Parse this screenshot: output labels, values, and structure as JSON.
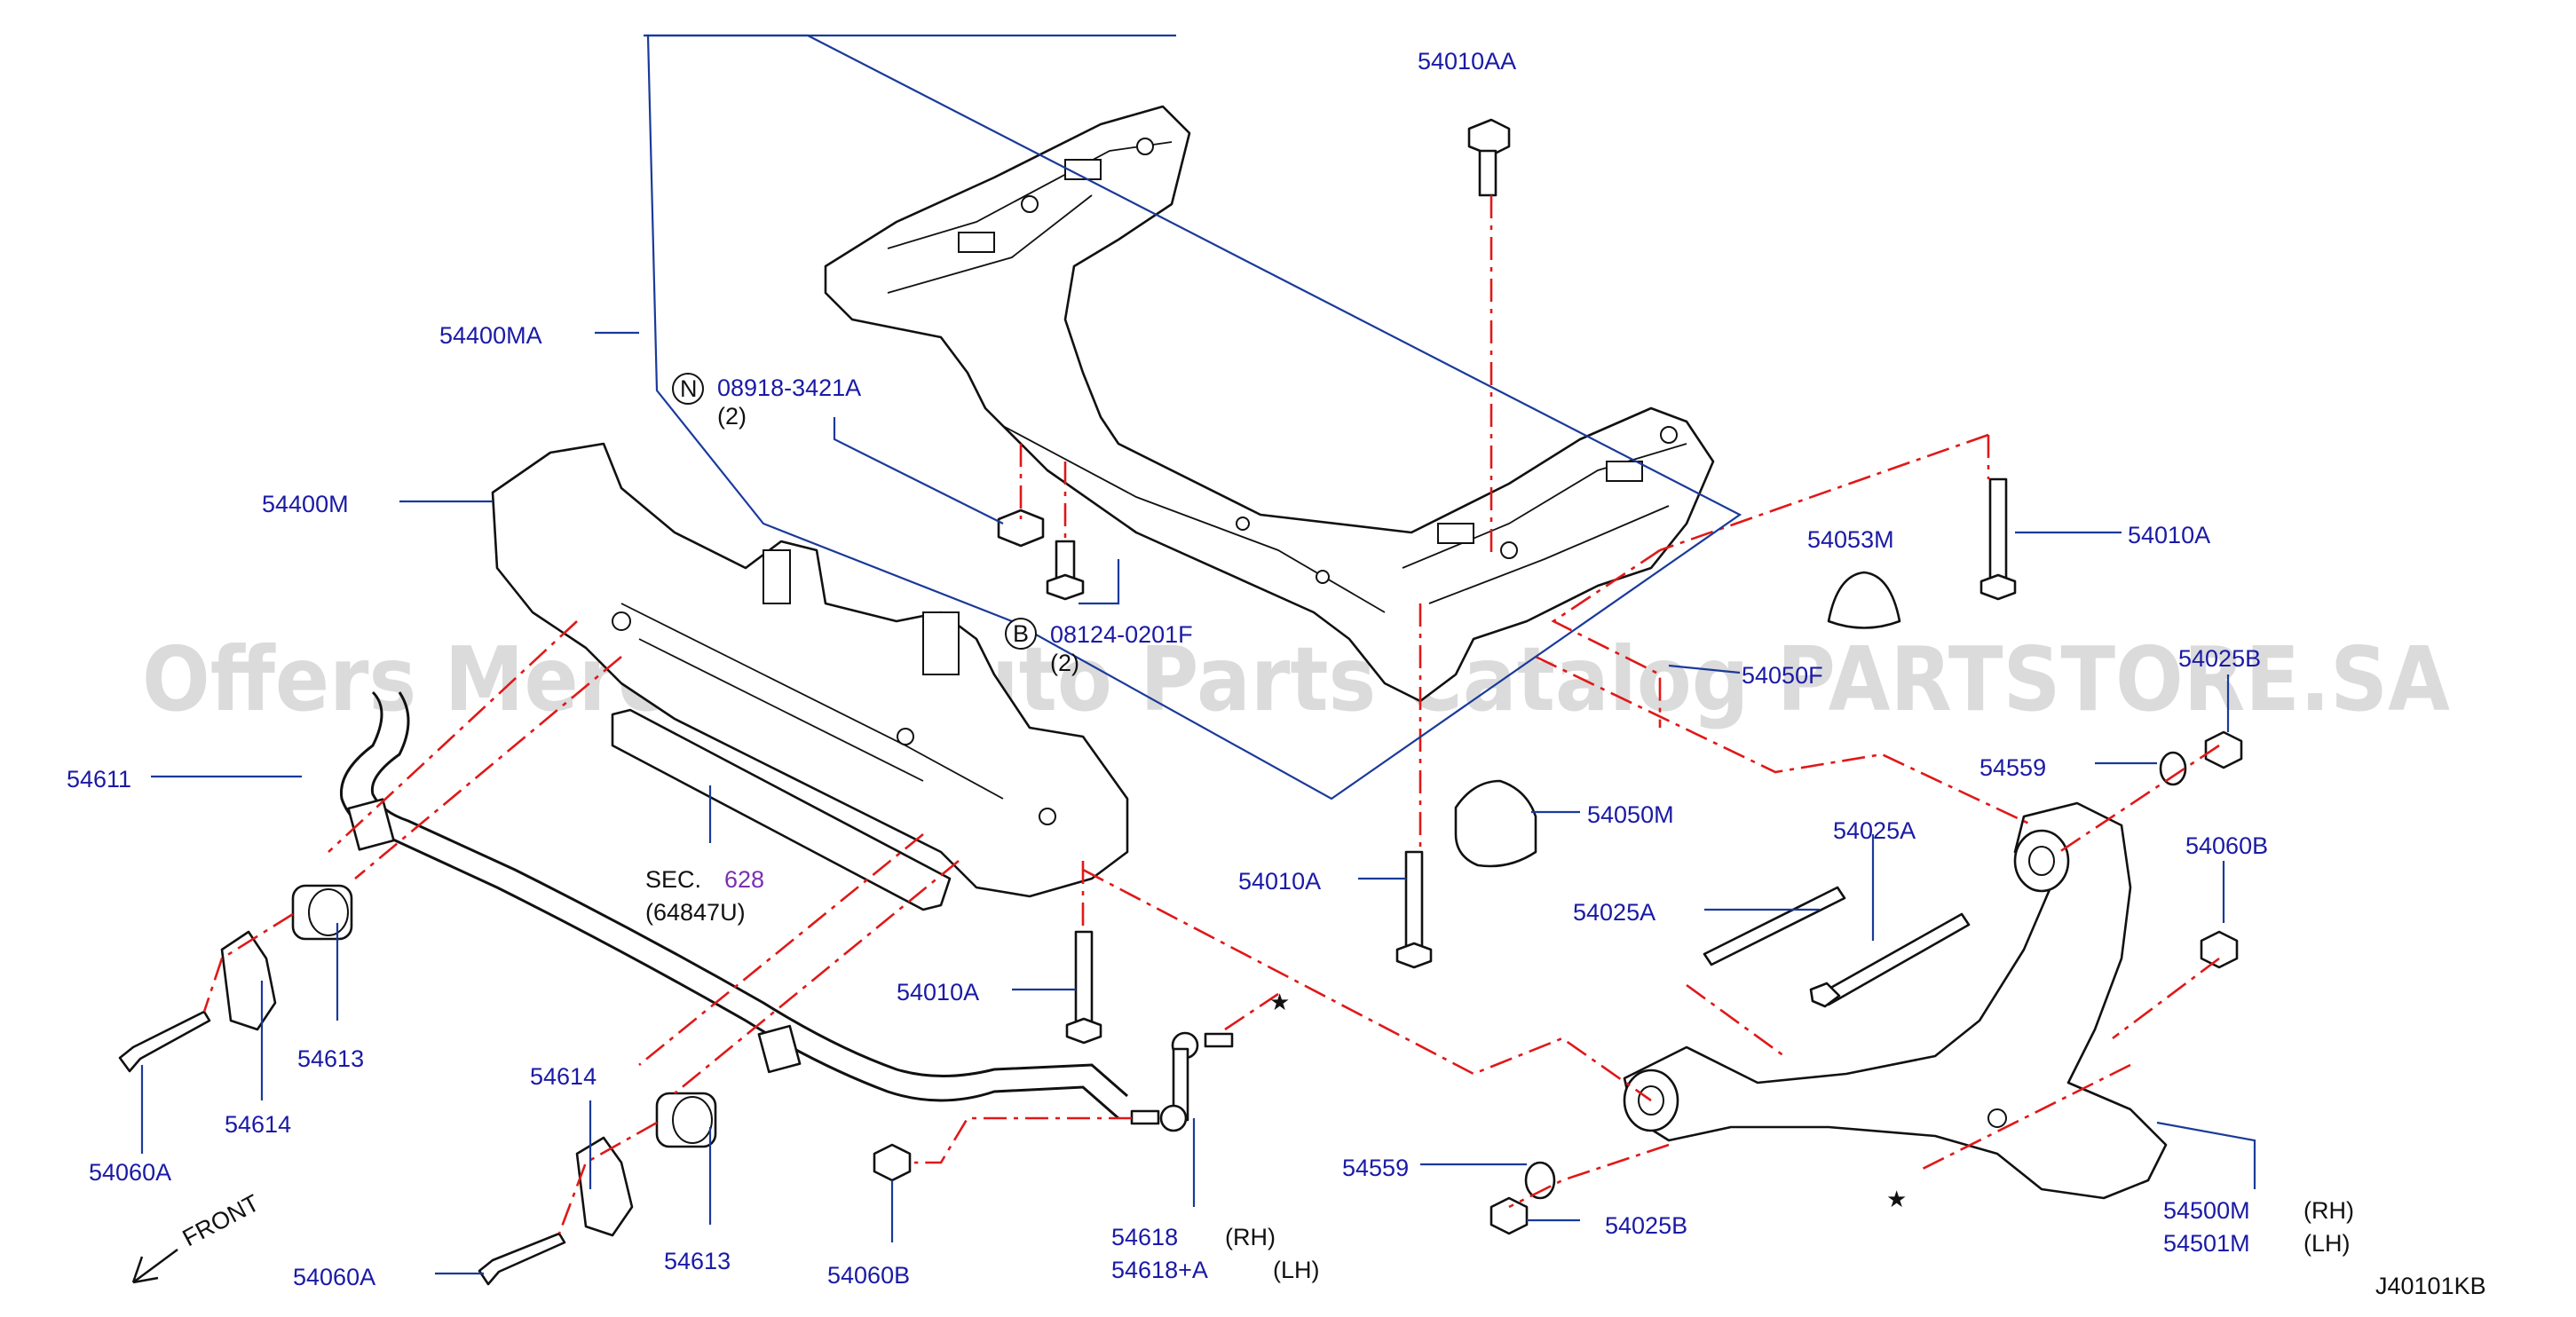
{
  "watermark": "Offers Merchant Auto Parts Catalog PARTSTORE.SA",
  "drawing_id": "J40101KB",
  "front_label": "FRONT",
  "labels": {
    "p54010AA": "54010AA",
    "p54400MA": "54400MA",
    "n_symbol": "N",
    "p08918": "08918-3421A",
    "qty2a": "(2)",
    "p54400M": "54400M",
    "b_symbol": "B",
    "p08124": "08124-0201F",
    "qty2b": "(2)",
    "p54053M": "54053M",
    "p54010A_r": "54010A",
    "p54050F": "54050F",
    "p54025B_r": "54025B",
    "p54559_r": "54559",
    "p54050M": "54050M",
    "p54025A_c": "54025A",
    "p54060B_r": "54060B",
    "p54611": "54611",
    "sec": "SEC.",
    "sec_num": "628",
    "sec_part": "(64847U)",
    "p54010A_c": "54010A",
    "p54025A_l": "54025A",
    "p54010A_l": "54010A",
    "p54613_l": "54613",
    "p54614_l": "54614",
    "p54060A_l": "54060A",
    "p54614_b": "54614",
    "p54613_b": "54613",
    "p54060A_b": "54060A",
    "p54060B_b": "54060B",
    "p54618": "54618",
    "rh_a": "(RH)",
    "p54618A": "54618+A",
    "lh_a": "(LH)",
    "p54559_b": "54559",
    "p54025B_b": "54025B",
    "p54500M": "54500M",
    "rh_b": "(RH)",
    "p54501M": "54501M",
    "lh_b": "(LH)",
    "star1": "★",
    "star2": "★"
  },
  "colors": {
    "label": "#1a1aa6",
    "leader": "#1a3a9a",
    "centerline": "#e01818",
    "section_ref": "#7a2fb0",
    "linework": "#111111"
  }
}
